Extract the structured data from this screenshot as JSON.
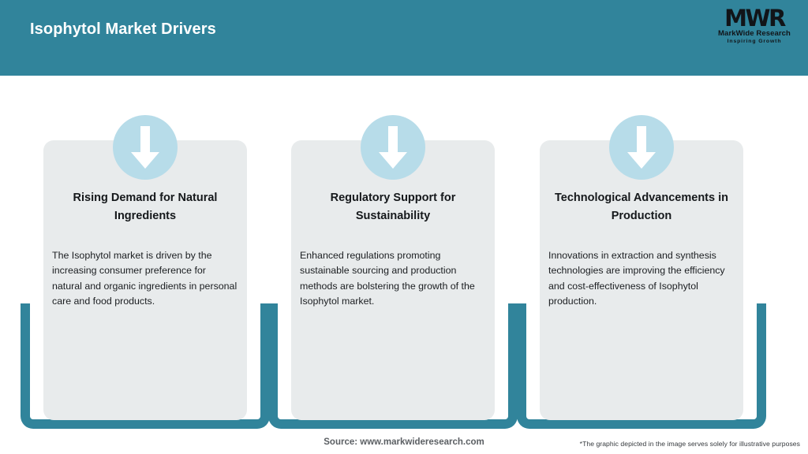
{
  "header": {
    "title": "Isophytol Market Drivers",
    "background_color": "#31849B",
    "logo": {
      "mark": "MWR",
      "name": "MarkWide Research",
      "tagline": "Inspiring Growth"
    }
  },
  "theme": {
    "accent_teal": "#31849B",
    "circle_blue": "#B7DCE9",
    "panel_gray": "#E8EBEC"
  },
  "cards": [
    {
      "icon": "down-arrow-icon",
      "title": "Rising Demand for Natural Ingredients",
      "body": "The Isophytol market is driven by the increasing consumer preference for natural and organic ingredients in personal care and food products."
    },
    {
      "icon": "down-arrow-icon",
      "title": "Regulatory Support for Sustainability",
      "body": "Enhanced regulations promoting sustainable sourcing and production methods are bolstering the growth of the Isophytol market."
    },
    {
      "icon": "down-arrow-icon",
      "title": "Technological Advancements in Production",
      "body": "Innovations in extraction and synthesis technologies are improving the efficiency and cost-effectiveness of Isophytol production."
    }
  ],
  "footer": {
    "source": "Source: www.markwideresearch.com",
    "disclaimer": "*The graphic depicted in the image serves solely for illustrative purposes"
  }
}
